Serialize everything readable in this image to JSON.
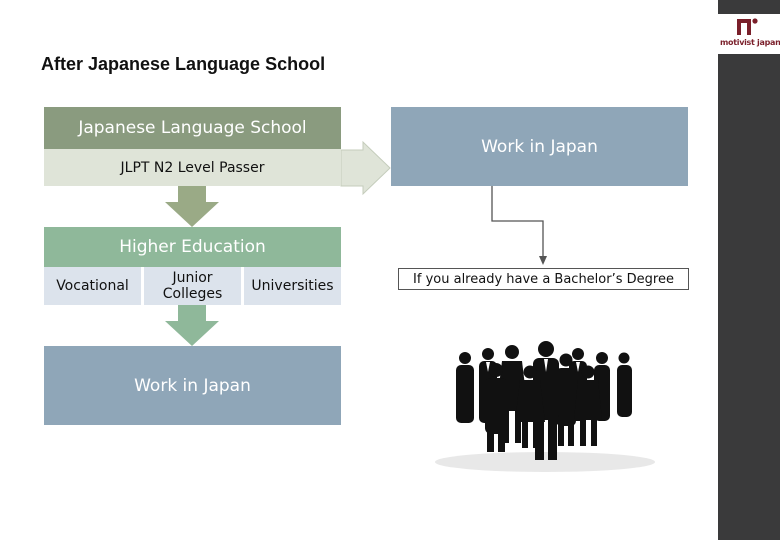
{
  "slide": {
    "title": "After Japanese Language School",
    "logo_text": "motivist japan"
  },
  "diagram": {
    "jls_box": "Japanese Language School",
    "jlpt_bar": "JLPT N2 Level Passer",
    "work_right": "Work in Japan",
    "higher_education": "Higher Education",
    "sub_options": [
      "Vocational",
      "Junior Colleges",
      "Universities"
    ],
    "work_bottom": "Work in Japan",
    "bachelor_note": "If you already have a Bachelor’s Degree"
  },
  "colors": {
    "sidebar": "#3a3a3b",
    "green_dark": "#8a9b7f",
    "green_light": "#dfe4d8",
    "green_arrow": "#9aaa86",
    "teal_green": "#8fb89a",
    "blue_grey": "#8fa6b8",
    "light_blue": "#dce3ec",
    "logo": "#7a1f2a"
  },
  "icons": {
    "logo": "motivist-logo-icon",
    "people": "business-people-silhouette-icon"
  }
}
